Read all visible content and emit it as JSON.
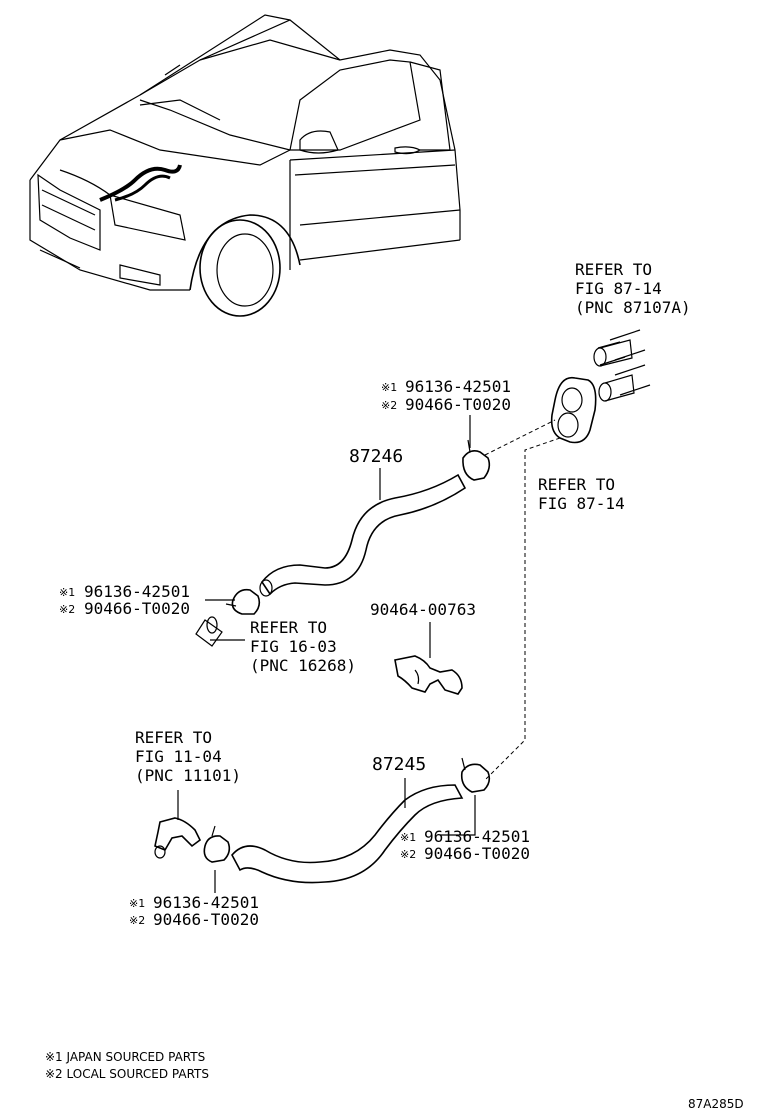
{
  "parts": {
    "hose_upper": "87246",
    "hose_lower": "87245",
    "clamp_main": "90464-00763"
  },
  "clamp_codes": {
    "japan_mark": "※1",
    "local_mark": "※2",
    "japan_part": "96136-42501",
    "local_part": "90466-T0020"
  },
  "refs": {
    "top_right": [
      "REFER TO",
      "FIG 87-14",
      "(PNC 87107A)"
    ],
    "mid_right": [
      "REFER TO",
      "FIG 87-14"
    ],
    "mid_left": [
      "REFER TO",
      "FIG 16-03",
      "(PNC 16268)"
    ],
    "lower_left": [
      "REFER TO",
      "FIG 11-04",
      "(PNC 11101)"
    ]
  },
  "legend": {
    "japan": "※1 JAPAN SOURCED PARTS",
    "local": "※2 LOCAL SOURCED PARTS"
  },
  "figure_code": "87A285D"
}
